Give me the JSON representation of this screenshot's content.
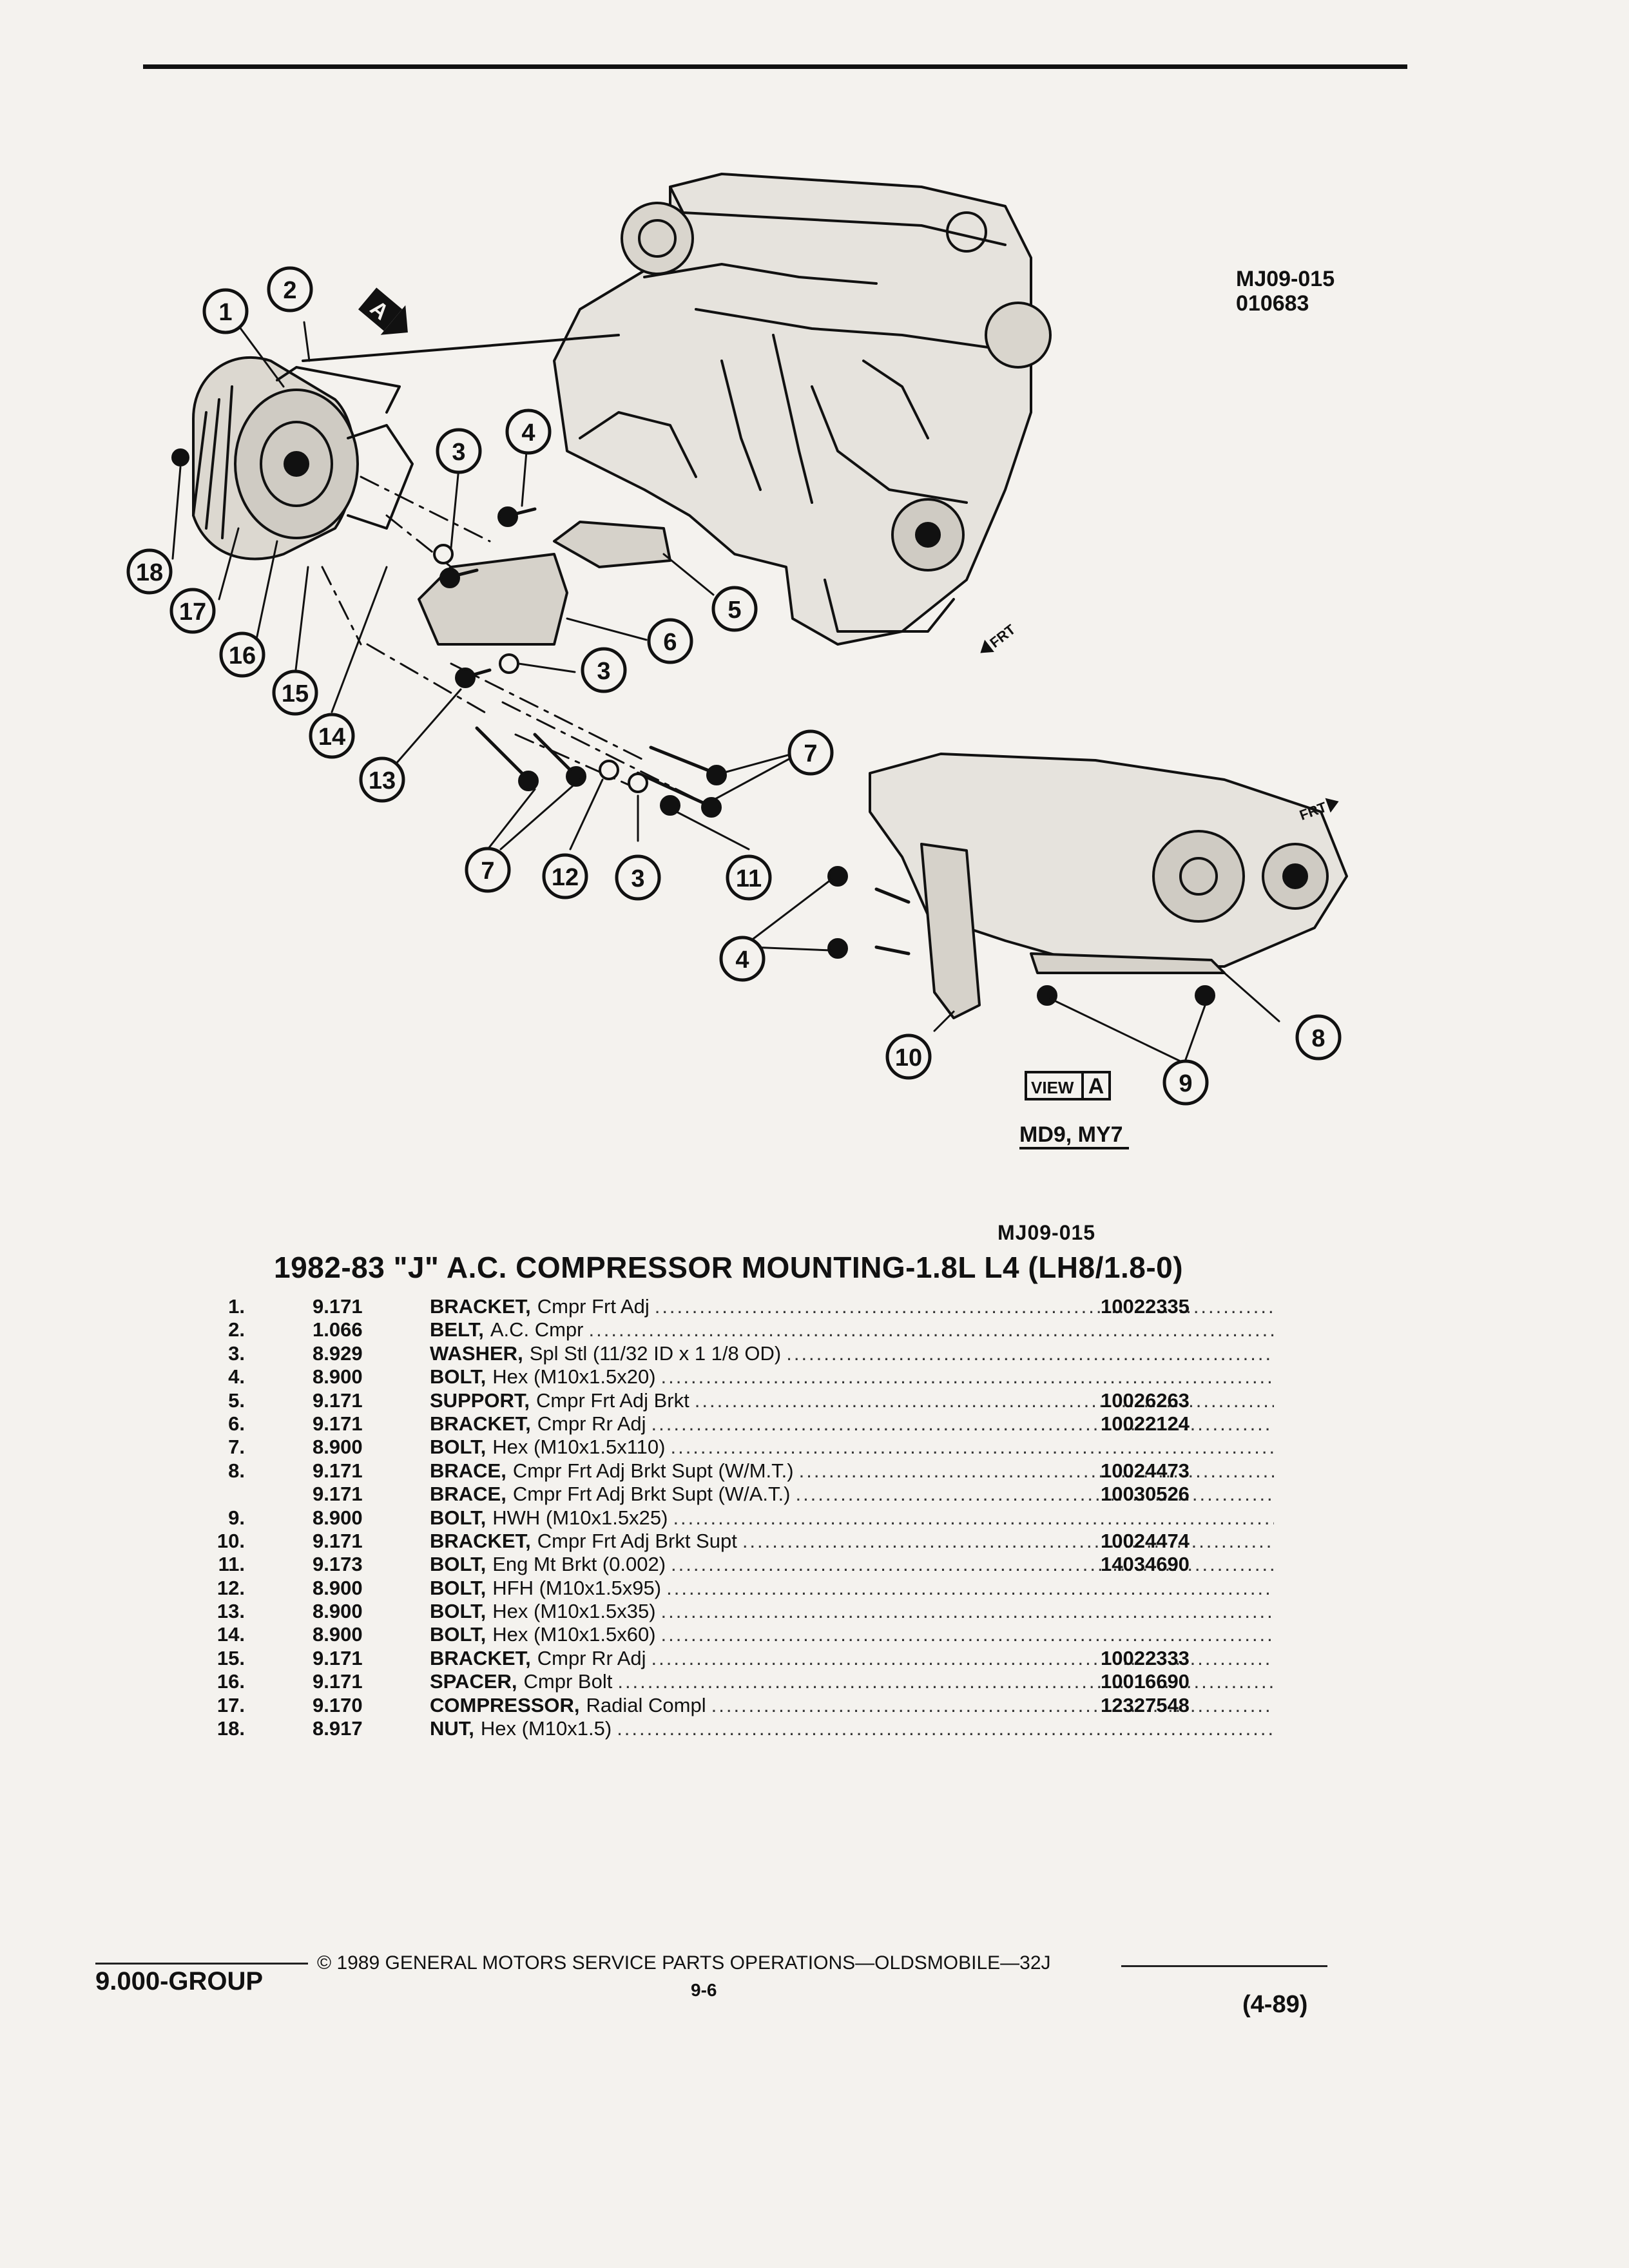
{
  "diagram": {
    "ref_top": [
      "MJ09-015",
      "010683"
    ],
    "view_label": "VIEW",
    "view_letter": "A",
    "view_arrow_letter": "A",
    "models": "MD9, MY7",
    "front_label": "FRT",
    "callouts": [
      "1",
      "2",
      "3",
      "4",
      "5",
      "6",
      "7",
      "8",
      "9",
      "10",
      "11",
      "12",
      "13",
      "14",
      "15",
      "16",
      "17",
      "18"
    ]
  },
  "ref_bottom": "MJ09-015",
  "title": "1982-83 \"J\" A.C. COMPRESSOR MOUNTING-1.8L L4 (LH8/1.8-0)",
  "parts": [
    {
      "num": "1.",
      "group": "9.171",
      "name": "BRACKET,",
      "desc": "Cmpr Frt Adj",
      "part": "10022335"
    },
    {
      "num": "2.",
      "group": "1.066",
      "name": "BELT,",
      "desc": "A.C. Cmpr",
      "part": ""
    },
    {
      "num": "3.",
      "group": "8.929",
      "name": "WASHER,",
      "desc": "Spl Stl (11/32 ID x 1 1/8 OD)",
      "part": ""
    },
    {
      "num": "4.",
      "group": "8.900",
      "name": "BOLT,",
      "desc": "Hex (M10x1.5x20)",
      "part": ""
    },
    {
      "num": "5.",
      "group": "9.171",
      "name": "SUPPORT,",
      "desc": "Cmpr Frt Adj Brkt",
      "part": "10026263"
    },
    {
      "num": "6.",
      "group": "9.171",
      "name": "BRACKET,",
      "desc": "Cmpr Rr Adj",
      "part": "10022124"
    },
    {
      "num": "7.",
      "group": "8.900",
      "name": "BOLT,",
      "desc": "Hex (M10x1.5x110)",
      "part": ""
    },
    {
      "num": "8.",
      "group": "9.171",
      "name": "BRACE,",
      "desc": "Cmpr Frt Adj Brkt Supt (W/M.T.)",
      "part": "10024473"
    },
    {
      "num": "",
      "group": "9.171",
      "name": "BRACE,",
      "desc": "Cmpr Frt Adj Brkt Supt (W/A.T.)",
      "part": "10030526"
    },
    {
      "num": "9.",
      "group": "8.900",
      "name": "BOLT,",
      "desc": "HWH (M10x1.5x25)",
      "part": ""
    },
    {
      "num": "10.",
      "group": "9.171",
      "name": "BRACKET,",
      "desc": "Cmpr Frt Adj Brkt Supt",
      "part": "10024474"
    },
    {
      "num": "11.",
      "group": "9.173",
      "name": "BOLT,",
      "desc": "Eng Mt Brkt (0.002)",
      "part": "14034690"
    },
    {
      "num": "12.",
      "group": "8.900",
      "name": "BOLT,",
      "desc": "HFH (M10x1.5x95)",
      "part": ""
    },
    {
      "num": "13.",
      "group": "8.900",
      "name": "BOLT,",
      "desc": "Hex (M10x1.5x35)",
      "part": ""
    },
    {
      "num": "14.",
      "group": "8.900",
      "name": "BOLT,",
      "desc": "Hex (M10x1.5x60)",
      "part": ""
    },
    {
      "num": "15.",
      "group": "9.171",
      "name": "BRACKET,",
      "desc": "Cmpr Rr Adj",
      "part": "10022333"
    },
    {
      "num": "16.",
      "group": "9.171",
      "name": "SPACER,",
      "desc": "Cmpr Bolt",
      "part": "10016690"
    },
    {
      "num": "17.",
      "group": "9.170",
      "name": "COMPRESSOR,",
      "desc": "Radial Compl",
      "part": "12327548"
    },
    {
      "num": "18.",
      "group": "8.917",
      "name": "NUT,",
      "desc": "Hex (M10x1.5)",
      "part": ""
    }
  ],
  "footer": {
    "group": "9.000-GROUP",
    "copyright": "© 1989 GENERAL MOTORS SERVICE PARTS OPERATIONS—OLDSMOBILE—32J",
    "page": "9-6",
    "date": "(4-89)"
  }
}
